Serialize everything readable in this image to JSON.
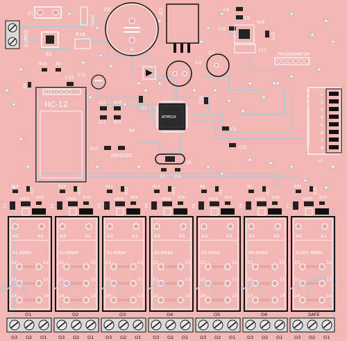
{
  "colors": {
    "board": "#f2b7b4",
    "copper": "#e3a7a5",
    "trace": "#b8c6d6",
    "silk": "#ffffff",
    "outline": "#111111",
    "terminal": "#d8d8d8"
  },
  "labels": {
    "supply": "SUPPLY",
    "hc12": "HC-12",
    "programator": "PROGRAMATOR",
    "infoled": "INFOLED",
    "mcu": "ATMEGA",
    "sup": "SUP",
    "tran": "TRAN",
    "crystal": "Q1"
  },
  "refs": {
    "f1": "F1",
    "b1": "B1",
    "r19": "R19",
    "c6": "C6",
    "ic1": "IC1",
    "c7": "C7",
    "l1": "L1",
    "c8": "C8",
    "c9": "C9",
    "c10": "C10",
    "r22": "R22",
    "c11": "C11",
    "r10": "R10",
    "r9": "R9",
    "r8": "R8",
    "c13": "C13",
    "c12": "C12",
    "ll2": "LL2",
    "r30": "R30",
    "ll1": "LL1",
    "r31": "R31",
    "c1": "C1",
    "c19": "C19",
    "c5": "C5",
    "c22": "C22",
    "r13": "R13",
    "c3": "C3",
    "c4": "C4",
    "r4": "R4",
    "s1": "S1"
  },
  "dip_labels": [
    "M1",
    "M2",
    "M3",
    "S1",
    "S2",
    "S3",
    "S4",
    "5",
    "6",
    "7",
    "8"
  ],
  "dip_numbers": [
    "1",
    "2",
    "3",
    "4",
    "5",
    "6",
    "7",
    "8"
  ],
  "relays": [
    {
      "name": "R1-RM84",
      "led": "LED1",
      "t": "T1",
      "ra": "R18",
      "rb": "R17",
      "rc": "R23",
      "out": "O1",
      "a2": "A2",
      "a1": "A1"
    },
    {
      "name": "R2-RM84",
      "led": "LED2",
      "t": "T2",
      "ra": "R16",
      "rb": "R15",
      "rc": "R24",
      "out": "O2",
      "a2": "A2",
      "a1": "A1"
    },
    {
      "name": "R3-RM84",
      "led": "LED3",
      "t": "T3",
      "ra": "R11",
      "rb": "R12",
      "rc": "R25",
      "out": "O3",
      "a2": "A2",
      "a1": "A1"
    },
    {
      "name": "R4-RM84",
      "led": "LED4",
      "t": "T4",
      "ra": "R14",
      "rb": "R13",
      "rc": "R26",
      "out": "O4",
      "a2": "A2",
      "a1": "A1"
    },
    {
      "name": "R5-RM84",
      "led": "LED5",
      "t": "T5",
      "ra": "R6",
      "rb": "R5",
      "rc": "R27",
      "out": "O5",
      "a2": "A2",
      "a1": "A1"
    },
    {
      "name": "R6-RM84",
      "led": "LED6",
      "t": "T6",
      "ra": "R2",
      "rb": "R1",
      "rc": "R28",
      "out": "O6",
      "a2": "A2",
      "a1": "A1"
    },
    {
      "name": "RSAFE-RM84",
      "led": "LED7",
      "t": "T7",
      "ra": "R21",
      "rb": "R20",
      "rc": "R29",
      "out": "SAFE",
      "a2": "A2",
      "a1": "A1"
    }
  ],
  "pin_labels": {
    "p12": "12",
    "p22": "22",
    "p11": "11",
    "p21": "21",
    "p14": "14",
    "p24": "24"
  },
  "terminal_labels": [
    "O3",
    "O2",
    "O1"
  ]
}
